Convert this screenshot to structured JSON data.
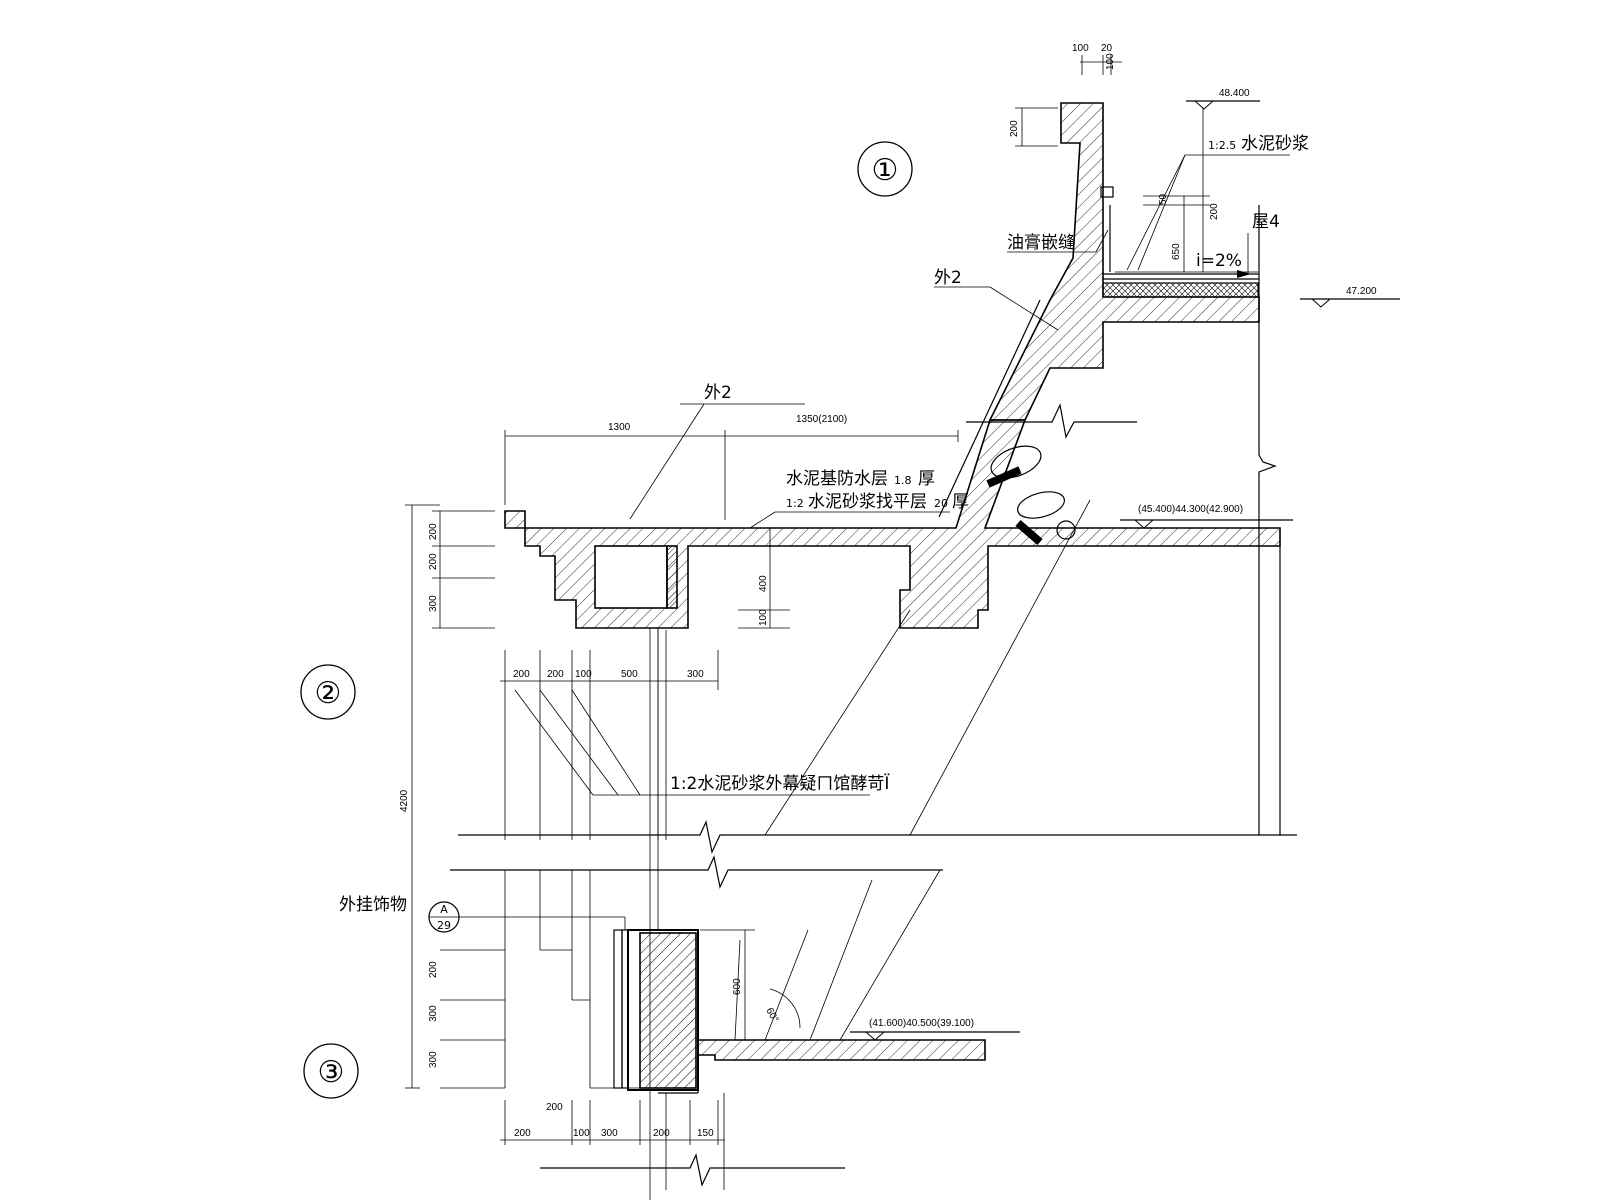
{
  "detail_marks": [
    "①",
    "②",
    "③"
  ],
  "elevations": {
    "top": "48.400",
    "roof": "47.200",
    "mid": "(45.400)44.300(42.900)",
    "low": "(41.600)40.500(39.100)"
  },
  "labels": {
    "cement_mortar": "水泥砂浆",
    "cement_ratio": "1:2.5",
    "mastic_joint": "油膏嵌缝",
    "slope": "i=2%",
    "roof_ref": "屋4",
    "ext2_a": "外2",
    "ext2_b": "外2",
    "waterproof": "水泥基防水层",
    "waterproof_thk": "1.8",
    "waterproof_unit": "厚",
    "leveling_prefix": "1:2",
    "leveling": "水泥砂浆找平层",
    "leveling_thk": "20",
    "leveling_unit": "厚",
    "drip_note": "1:2水泥砂浆外幕疑ㄇ馆酵苛Ï",
    "ornament": "外挂饰物",
    "ref_letter": "A",
    "ref_sheet": "29",
    "angle": "60°"
  },
  "dimensions": {
    "top_100": "100",
    "top_20": "20",
    "top_tail": "100",
    "parapet_200": "200",
    "seam_50": "50",
    "h_200": "200",
    "h_650": "650",
    "span_1300": "1300",
    "span_1350": "1350(2100)",
    "left_200a": "200",
    "left_200b": "200",
    "left_300": "300",
    "beam_400": "400",
    "beam_100": "100",
    "row_200a": "200",
    "row_200b": "200",
    "row_100": "100",
    "row_500": "500",
    "row_300": "300",
    "total_4200": "4200",
    "low_200": "200",
    "low_300a": "300",
    "low_300b": "300",
    "low_600": "600",
    "bot_200a": "200",
    "bot_200b": "200",
    "bot_100": "100",
    "bot_300": "300",
    "bot_200c": "200",
    "bot_150": "150"
  }
}
